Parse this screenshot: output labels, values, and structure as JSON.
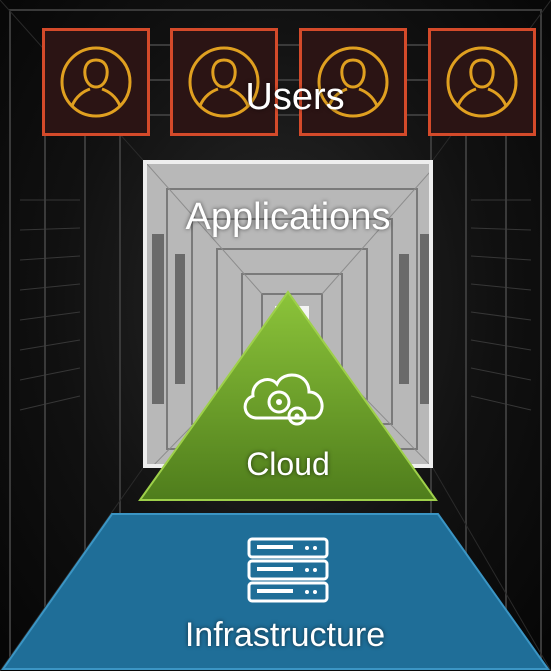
{
  "layers": {
    "users": {
      "label": "Users"
    },
    "applications": {
      "label": "Applications"
    },
    "cloud": {
      "label": "Cloud"
    },
    "infrastructure": {
      "label": "Infrastructure"
    }
  },
  "colors": {
    "users_border": "#d44a2a",
    "users_icon": "#e0a020",
    "cloud_fill": "#6e9f2c",
    "infrastructure_fill": "#1f6e98"
  },
  "icons": {
    "users": "user-icon",
    "cloud": "cloud-gears-icon",
    "infrastructure": "server-rack-icon"
  }
}
